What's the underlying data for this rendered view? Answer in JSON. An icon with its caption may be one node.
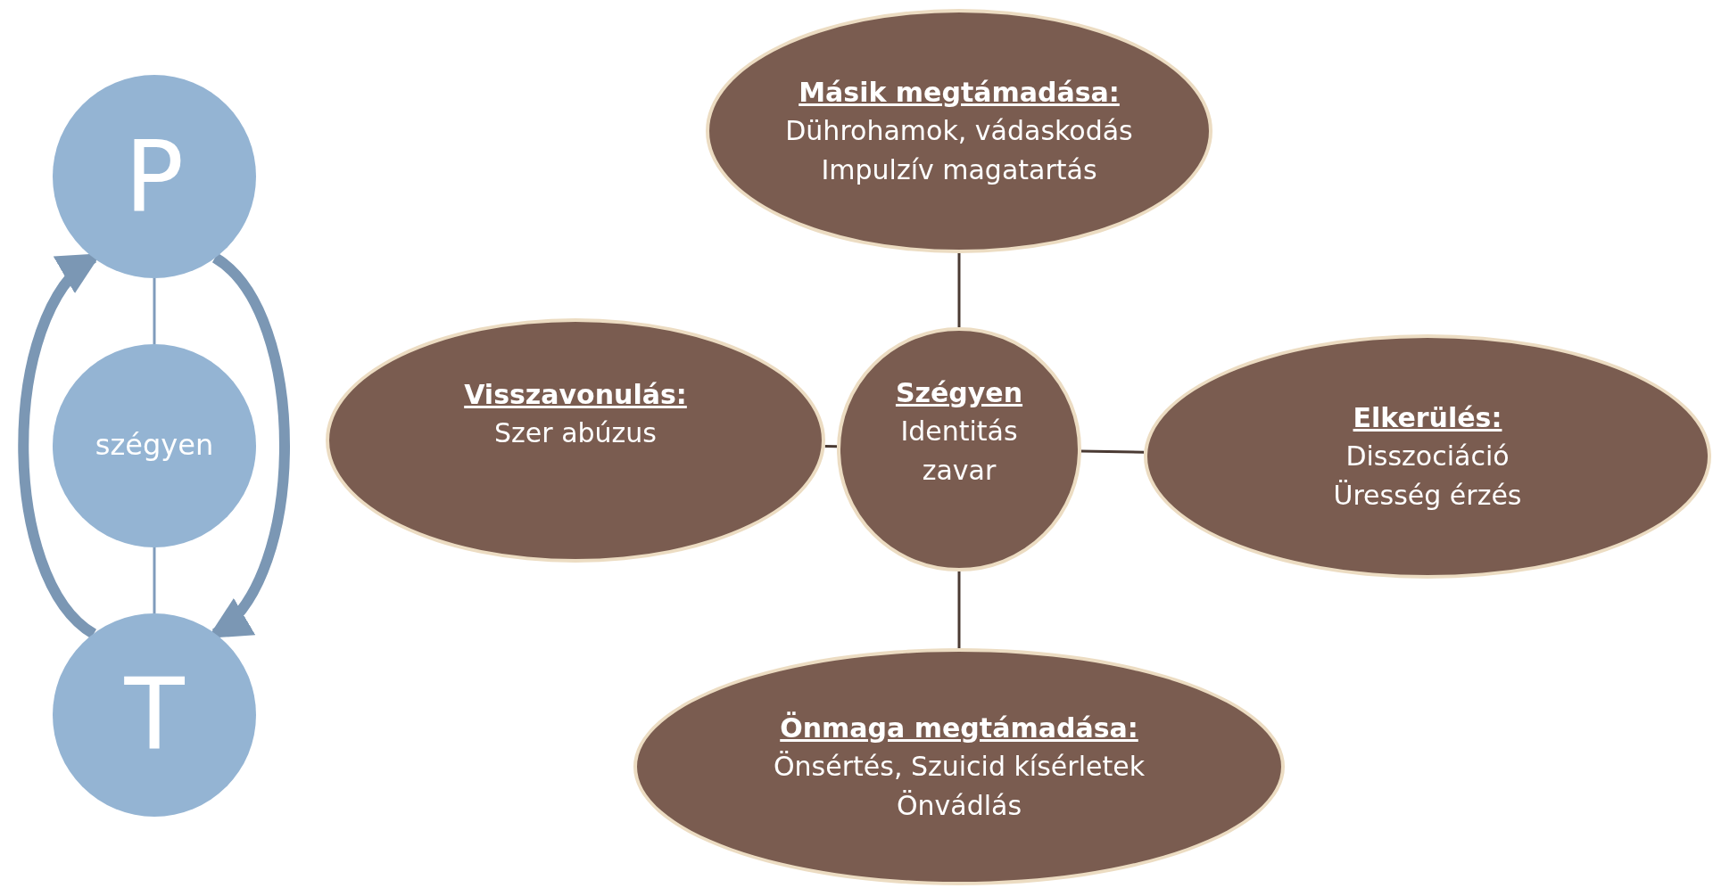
{
  "diagram": {
    "nodes": [
      {
        "text": [
          "P"
        ]
      },
      {
        "text": [
          "szégyen"
        ]
      },
      {
        "text": [
          "T"
        ]
      },
      {
        "text": [
          "Másik megtámadása:",
          "Dührohamok, vádaskodás",
          "Impulzív magatartás"
        ]
      },
      {
        "text": [
          "Visszavonulás:",
          "Szer abúzus"
        ]
      },
      {
        "text": [
          "Szégyen",
          "Identitás zavar"
        ]
      },
      {
        "text": [
          "Elkerülés:",
          "Disszociáció",
          "Üresség érzés"
        ]
      },
      {
        "text": [
          "Önmaga megtámadása:",
          "Önsértés, Szuicid kísérletek",
          "Önvádlás"
        ]
      }
    ],
    "edges": [
      {
        "from": 0,
        "to": 1,
        "arrow": "none",
        "color": "#7f9cbc"
      },
      {
        "from": 1,
        "to": 2,
        "arrow": "none",
        "color": "#7f9cbc"
      },
      {
        "from": 2,
        "to": 0,
        "arrow": "to",
        "style": "thick",
        "color": "#7b97b4"
      },
      {
        "from": 0,
        "to": 2,
        "arrow": "to",
        "style": "thick",
        "color": "#7b97b4"
      },
      {
        "from": 5,
        "to": 3,
        "arrow": "none"
      },
      {
        "from": 5,
        "to": 4,
        "arrow": "none"
      },
      {
        "from": 5,
        "to": 6,
        "arrow": "none"
      },
      {
        "from": 5,
        "to": 7,
        "arrow": "none"
      }
    ]
  }
}
